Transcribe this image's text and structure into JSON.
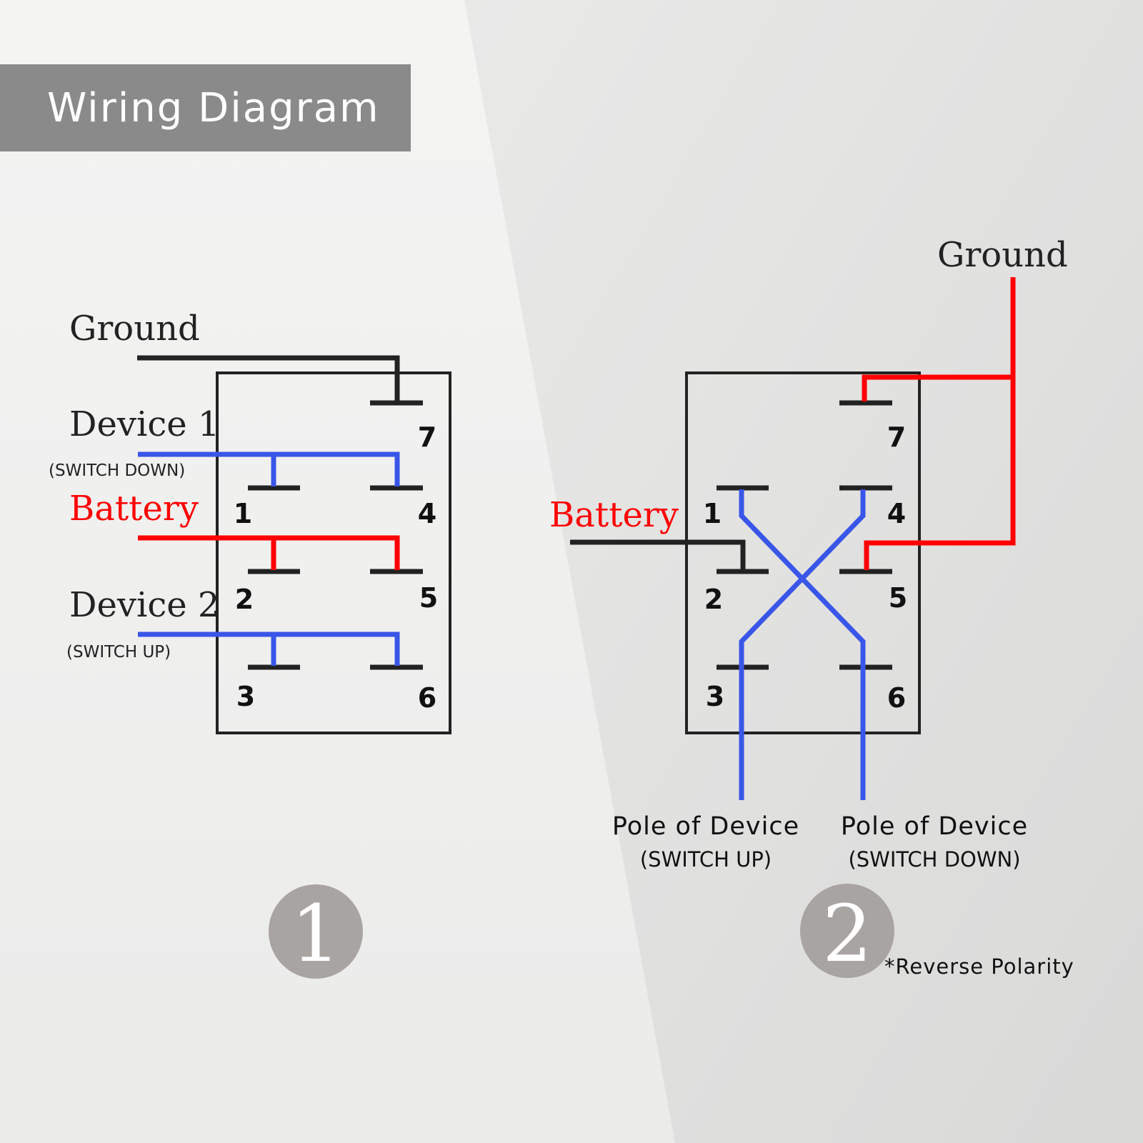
{
  "title": "Wiring Diagram",
  "colors": {
    "battery": "#ff0000",
    "device": "#3a56e8",
    "ground": "#222222",
    "banner": "#8a8a8a",
    "badge": "#a8a4a2"
  },
  "diagram_1": {
    "badge": "1",
    "labels": {
      "ground": "Ground",
      "device1": "Device 1",
      "device1_note": "(SWITCH DOWN)",
      "battery": "Battery",
      "device2": "Device 2",
      "device2_note": "(SWITCH UP)"
    },
    "terminals": [
      "1",
      "2",
      "3",
      "4",
      "5",
      "6",
      "7"
    ]
  },
  "diagram_2": {
    "badge": "2",
    "note": "*Reverse Polarity",
    "labels": {
      "ground": "Ground",
      "battery": "Battery",
      "pole_up": "Pole of Device",
      "pole_up_note": "(SWITCH UP)",
      "pole_down": "Pole of Device",
      "pole_down_note": "(SWITCH DOWN)"
    },
    "terminals": [
      "1",
      "2",
      "3",
      "4",
      "5",
      "6",
      "7"
    ]
  }
}
